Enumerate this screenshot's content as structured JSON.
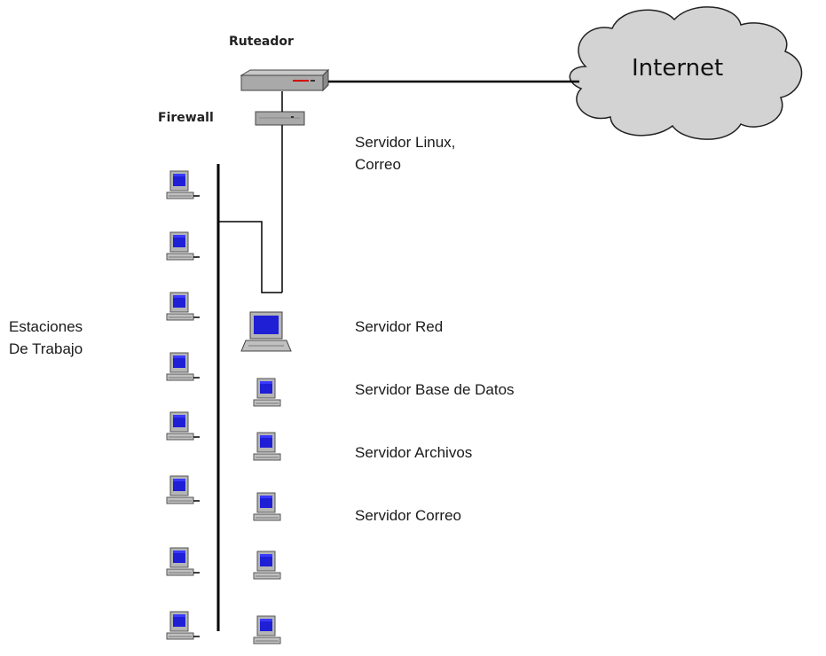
{
  "labels": {
    "router": "Ruteador",
    "firewall": "Firewall",
    "internet": "Internet",
    "linux_server_line1": "Servidor Linux,",
    "linux_server_line2": "Correo",
    "workstations_line1": "Estaciones",
    "workstations_line2": "De Trabajo",
    "network_server": "Servidor Red",
    "database_server": "Servidor Base de Datos",
    "file_server": "Servidor Archivos",
    "mail_server": "Servidor Correo"
  },
  "colors": {
    "line": "#000000",
    "device_gray": "#a9a9a9",
    "screen_blue": "#1f1fd6",
    "cloud_fill": "#d3d3d3",
    "router_led": "#d00000"
  },
  "icons": {
    "workstation": "desktop-computer-icon",
    "laptop": "laptop-computer-icon",
    "router": "router-icon",
    "firewall": "firewall-icon",
    "cloud": "internet-cloud-icon"
  }
}
